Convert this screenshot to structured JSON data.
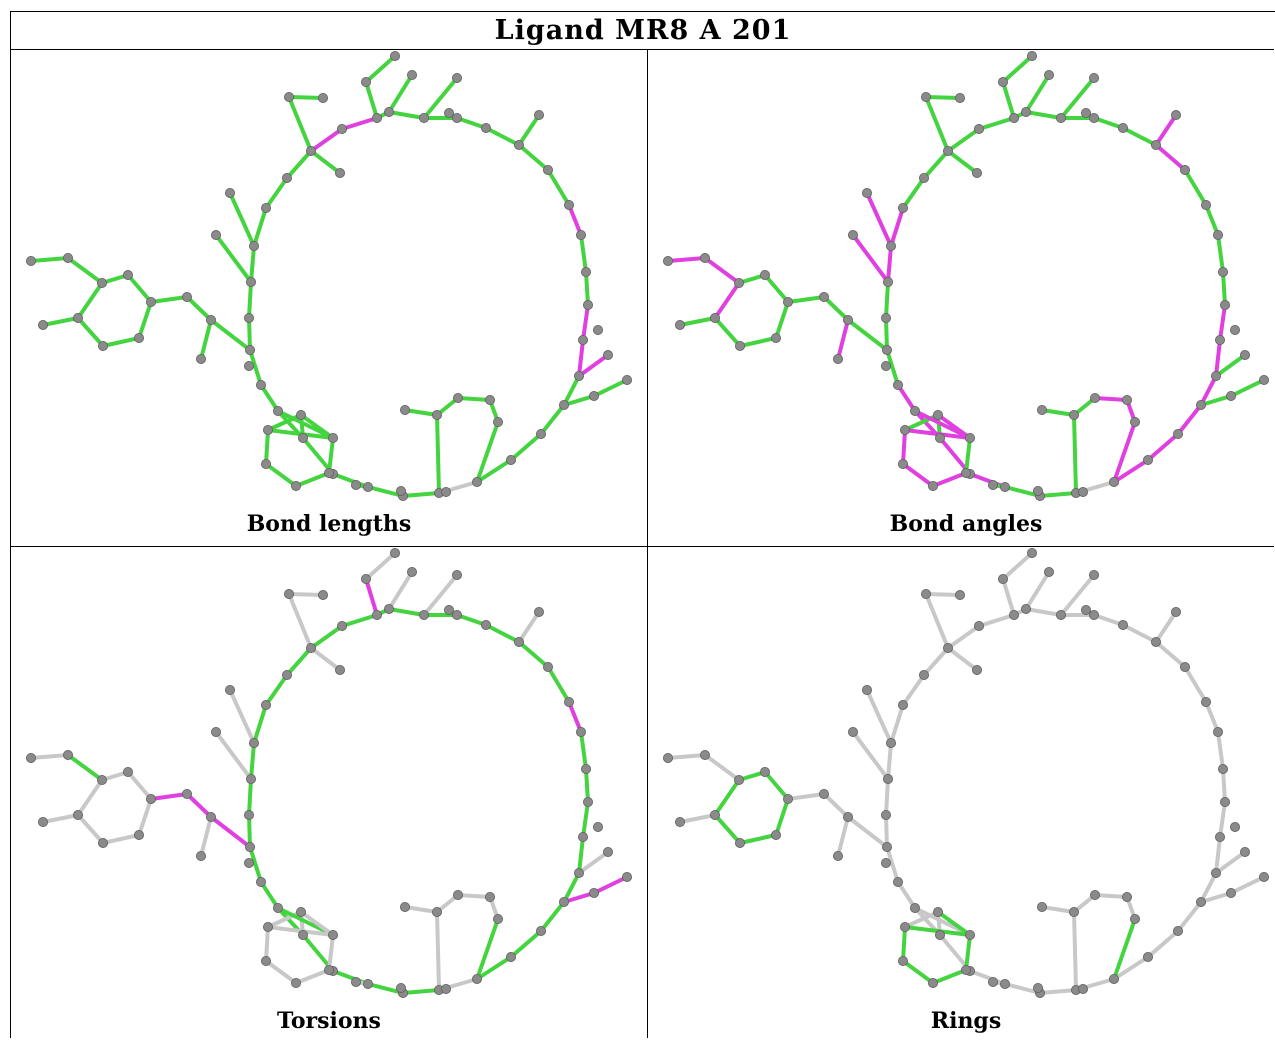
{
  "title": "Ligand MR8 A 201",
  "panels": [
    {
      "label": "Bond lengths"
    },
    {
      "label": "Bond angles"
    },
    {
      "label": "Torsions"
    },
    {
      "label": "Rings"
    }
  ],
  "colors": {
    "ok": "#44d440",
    "outlier": "#e040e0",
    "none": "#c8c8c8",
    "atom": "#8a8a8a"
  }
}
